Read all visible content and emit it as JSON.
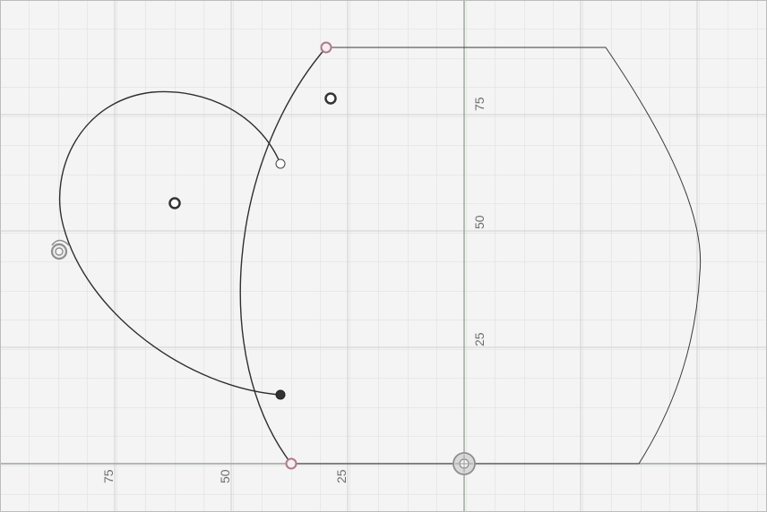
{
  "viewport": {
    "title": "Sketch Canvas"
  },
  "axes": {
    "horizontal_labels": [
      "75",
      "50",
      "25"
    ],
    "vertical_labels": [
      "75",
      "50",
      "25"
    ]
  },
  "colors": {
    "background": "#f4f4f4",
    "grid_minor": "#dedede",
    "grid_major": "#cfcfcf",
    "axis_x": "#9aa39a",
    "axis_y": "#9aa39a",
    "curve": "#2f2f2f",
    "point_dark": "#333333",
    "point_light": "#ffffff",
    "point_pink": "#b07a88"
  },
  "icons": {
    "origin": "origin-icon",
    "constraint": "constraint-icon",
    "point": "sketch-point-icon",
    "center": "center-point-icon"
  }
}
